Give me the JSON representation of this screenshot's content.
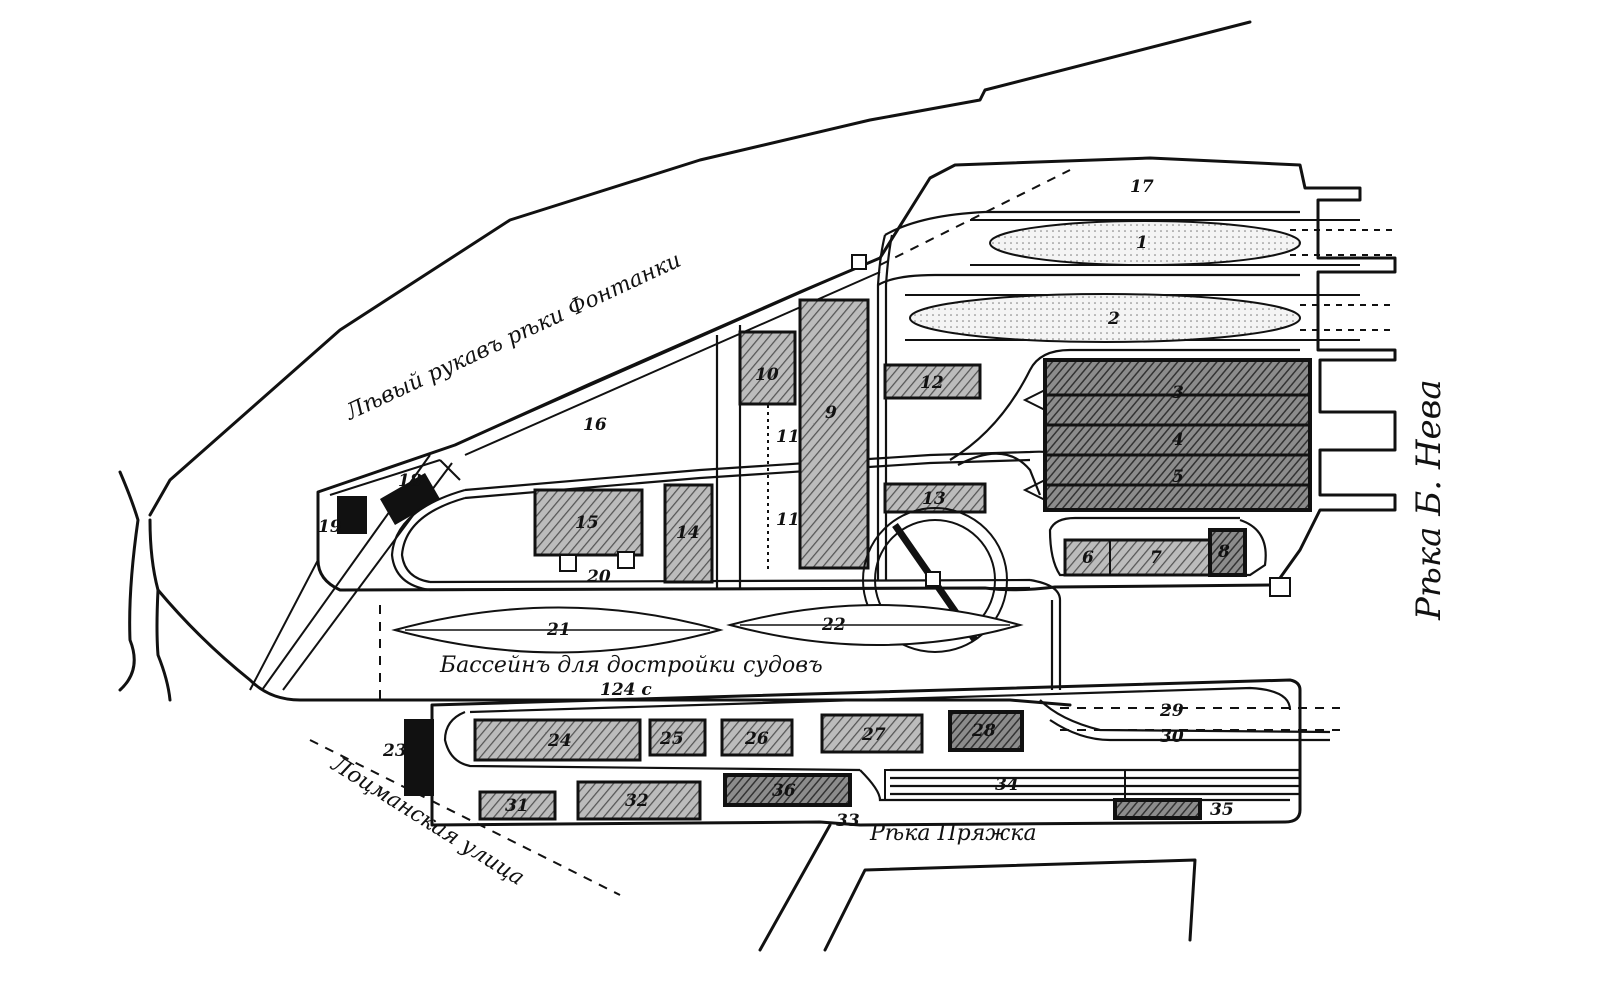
{
  "labels": {
    "left_branch": "Лѣвый рукавъ рѣки Фонтанки",
    "river_neva": "Рѣка Б. Нева",
    "basin": "Бассейнъ для достройки судовъ",
    "basin_depth": "124 с",
    "pryazhka": "Рѣка Пряжка",
    "lotsmanskaya": "Лоцманская улица"
  },
  "numbers": {
    "n1": "1",
    "n2": "2",
    "n3": "3",
    "n4": "4",
    "n5": "5",
    "n6": "6",
    "n7": "7",
    "n8": "8",
    "n9": "9",
    "n10": "10",
    "n11a": "11",
    "n11b": "11",
    "n12": "12",
    "n13": "13",
    "n14": "14",
    "n15": "15",
    "n16": "16",
    "n17": "17",
    "n18": "18",
    "n19": "19",
    "n20": "20",
    "n21": "21",
    "n22": "22",
    "n23": "23",
    "n24": "24",
    "n25": "25",
    "n26": "26",
    "n27": "27",
    "n28": "28",
    "n29": "29",
    "n30": "30",
    "n31": "31",
    "n32": "32",
    "n33": "33",
    "n34": "34",
    "n35": "35",
    "n36": "36"
  }
}
